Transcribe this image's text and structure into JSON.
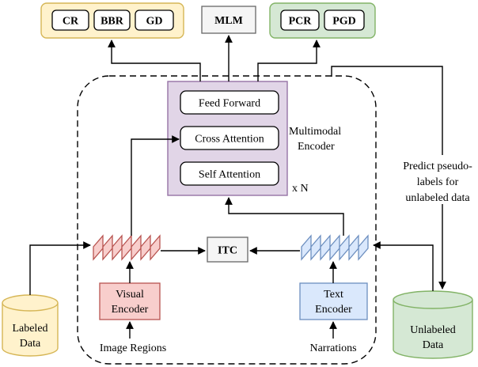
{
  "task_groups": {
    "supervised": {
      "tasks": [
        "CR",
        "BBR",
        "GD"
      ],
      "fill": "#fff2cc",
      "stroke": "#d6b656"
    },
    "mlm": {
      "label": "MLM",
      "fill": "#f5f5f5",
      "stroke": "#666666"
    },
    "pseudo": {
      "tasks": [
        "PCR",
        "PGD"
      ],
      "fill": "#d5e8d4",
      "stroke": "#82b366"
    }
  },
  "multimodal_encoder": {
    "title_lines": [
      "Multimodal",
      "Encoder"
    ],
    "layers": [
      "Feed Forward",
      "Cross Attention",
      "Self Attention"
    ],
    "repeat": "x N",
    "fill": "#e1d5e7",
    "stroke": "#9673a6"
  },
  "itc": {
    "label": "ITC",
    "fill": "#f5f5f5",
    "stroke": "#666666"
  },
  "visual_encoder": {
    "lines": [
      "Visual",
      "Encoder"
    ],
    "fill": "#f8cecc",
    "stroke": "#b85450"
  },
  "text_encoder": {
    "lines": [
      "Text",
      "Encoder"
    ],
    "fill": "#dae8fc",
    "stroke": "#6c8ebf"
  },
  "inputs": {
    "image_regions": "Image Regions",
    "narrations": "Narrations"
  },
  "labeled_data": {
    "lines": [
      "Labeled",
      "Data"
    ],
    "fill": "#fff2cc",
    "stroke": "#d6b656"
  },
  "unlabeled_data": {
    "lines": [
      "Unlabeled",
      "Data"
    ],
    "fill": "#d5e8d4",
    "stroke": "#82b366"
  },
  "pseudo_label_note": [
    "Predict pseudo-",
    "labels for",
    "unlabeled data"
  ]
}
